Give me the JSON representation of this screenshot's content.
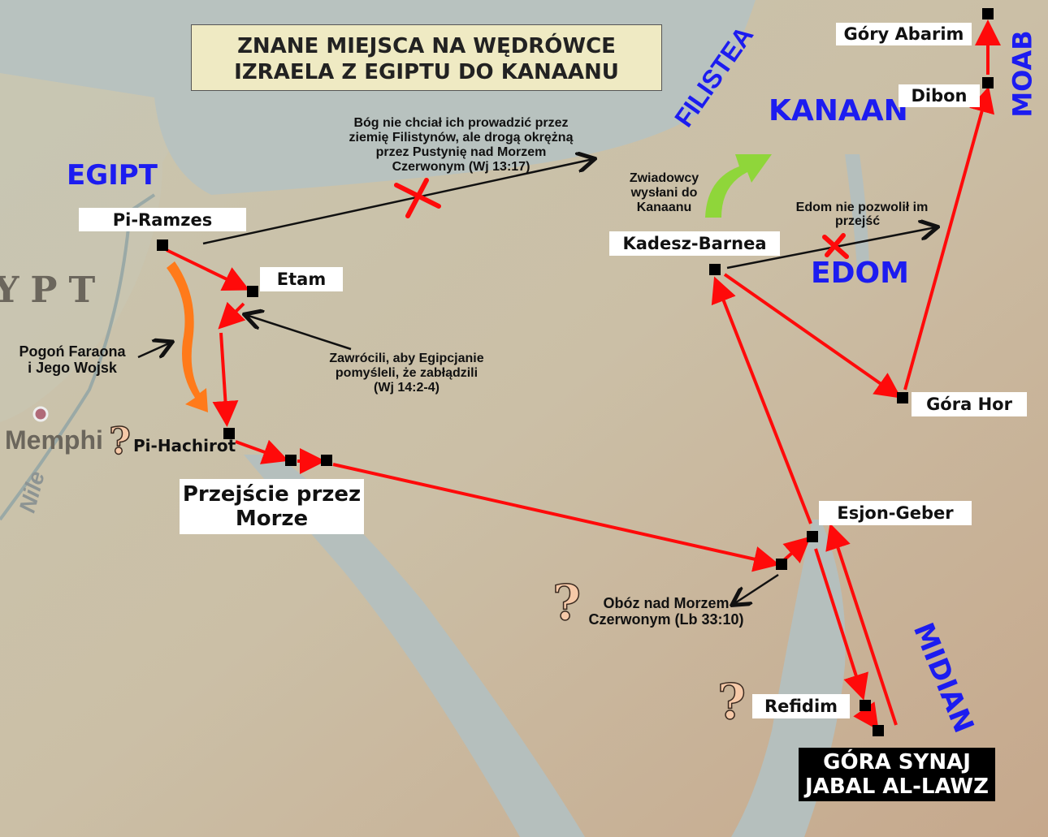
{
  "title": {
    "line1": "ZNANE MIEJSCA NA WĘDRÓWCE",
    "line2": "IZRAELA Z EGIPTU DO KANAANU"
  },
  "regions": {
    "egipt": "EGIPT",
    "filistea": "FILISTEA",
    "kanaan": "KANAAN",
    "moab": "MOAB",
    "edom": "EDOM",
    "midian": "MIDIAN"
  },
  "basemap_labels": {
    "egypt": "YPT",
    "memphis": "Memphi",
    "nile": "Nile"
  },
  "places": {
    "pi_ramzes": "Pi-Ramzes",
    "etam": "Etam",
    "pi_hachirot": "Pi-Hachirot",
    "crossing": {
      "line1": "Przejście przez",
      "line2": "Morze"
    },
    "kadesz": "Kadesz-Barnea",
    "gory_abarim": "Góry Abarim",
    "dibon": "Dibon",
    "gora_hor": "Góra Hor",
    "esjon_geber": "Esjon-Geber",
    "refidim": "Refidim",
    "synaj": {
      "line1": "GÓRA SYNAJ",
      "line2": "JABAL AL-LAWZ"
    }
  },
  "notes": {
    "filistines": [
      "Bóg nie chciał ich prowadzić przez",
      "ziemię Filistynów, ale drogą okrężną",
      "przez Pustynię nad Morzem",
      "Czerwonym (Wj 13:17)"
    ],
    "pharaoh": [
      "Pogoń Faraona",
      "i Jego Wojsk"
    ],
    "turned_back": [
      "Zawrócili, aby Egipcjanie",
      "pomyśleli, że zabłądzili",
      "(Wj 14:2-4)"
    ],
    "spies": [
      "Zwiadowcy",
      "wysłani do",
      "Kanaanu"
    ],
    "edom": [
      "Edom nie pozwolił im",
      "przejść"
    ],
    "camp": [
      "Obóz nad Morzem",
      "Czerwonym (Lb 33:10)"
    ]
  },
  "uncertain_marker": "?",
  "colors": {
    "route": "#ff0a0a",
    "region": "#1c1cf0",
    "pharaoh": "#ff7a1a",
    "spies": "#8fd63a",
    "title_bg": "#efeac3"
  }
}
